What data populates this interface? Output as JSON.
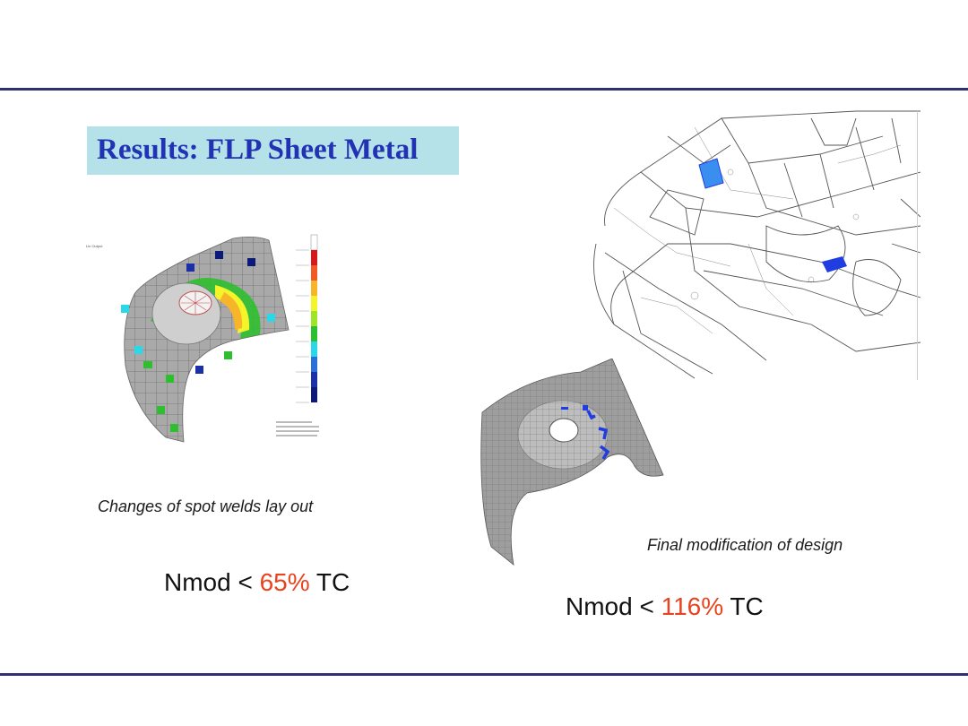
{
  "slide": {
    "title": "Results: FLP Sheet Metal",
    "caption_left": "Changes of spot welds lay out",
    "caption_right": "Final modification of design",
    "nmod_left": {
      "prefix": "Nmod < ",
      "percent": "65%",
      "suffix": " TC"
    },
    "nmod_right": {
      "prefix": "Nmod < ",
      "percent": "116%",
      "suffix": " TC"
    }
  },
  "colors": {
    "rule": "#2e3072",
    "title_bg": "#b5e1e8",
    "title_text": "#2232b4",
    "percent_highlight": "#e8431e",
    "mesh_gray": "#a9a9a9",
    "weld_blue": "#1f3de0"
  },
  "legend_colors": [
    "#d7191c",
    "#f15a24",
    "#f7b52a",
    "#f4f42a",
    "#9ee52a",
    "#2dbf2d",
    "#29d9e8",
    "#2b70d8",
    "#1a2fa8",
    "#0b1a7a"
  ]
}
